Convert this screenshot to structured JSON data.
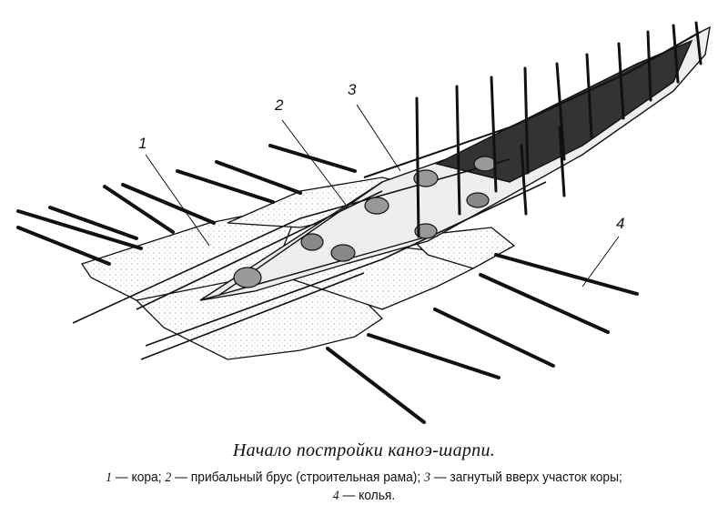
{
  "figure": {
    "labels": [
      "1",
      "2",
      "3",
      "4"
    ]
  },
  "caption": {
    "title": "Начало постройки каноэ-шарпи.",
    "legend": [
      {
        "num": "1",
        "text": "кора;"
      },
      {
        "num": "2",
        "text": "прибальный брус (строительная рама);"
      },
      {
        "num": "3",
        "text": "загнутый вверх участок коры;"
      },
      {
        "num": "4",
        "text": "колья."
      }
    ],
    "dash": " — "
  }
}
